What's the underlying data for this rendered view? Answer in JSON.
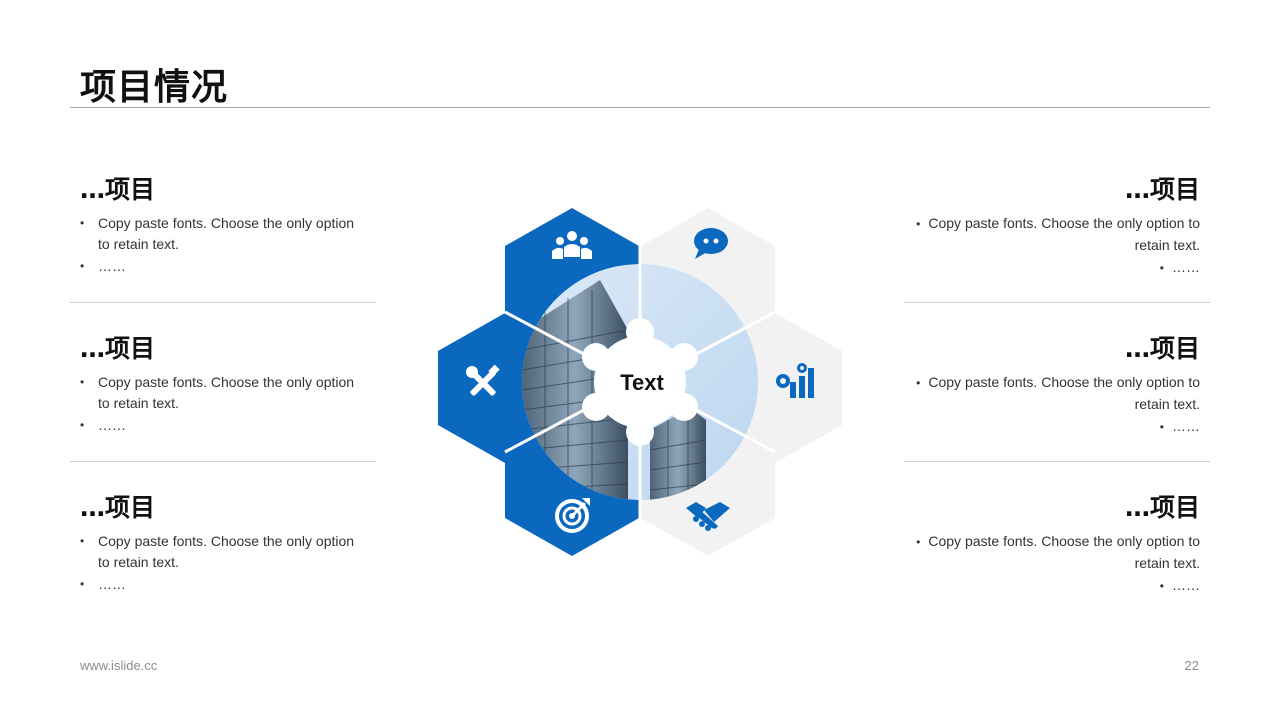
{
  "page": {
    "title": "项目情况",
    "footer_url": "www.islide.cc",
    "page_number": "22"
  },
  "colors": {
    "accent_blue": "#0B68BF",
    "light_grey": "#F2F2F2"
  },
  "left_blocks": [
    {
      "heading": "…项目",
      "bullets": [
        "Copy paste fonts. Choose the only option to retain text.",
        "……"
      ]
    },
    {
      "heading": "…项目",
      "bullets": [
        "Copy paste fonts. Choose the only option to retain text.",
        "……"
      ]
    },
    {
      "heading": "…项目",
      "bullets": [
        "Copy paste fonts. Choose the only option to retain text.",
        "……"
      ]
    }
  ],
  "right_blocks": [
    {
      "heading": "…项目",
      "bullets": [
        "Copy paste fonts. Choose the only option to retain text.",
        "……"
      ]
    },
    {
      "heading": "…项目",
      "bullets": [
        "Copy paste fonts. Choose the only option to retain text.",
        "……"
      ]
    },
    {
      "heading": "…项目",
      "bullets": [
        "Copy paste fonts. Choose the only option to retain text.",
        "……"
      ]
    }
  ],
  "diagram": {
    "center_label": "Text",
    "segments": [
      {
        "icon": "team-icon",
        "fill": "blue"
      },
      {
        "icon": "chat-bubble-icon",
        "fill": "grey"
      },
      {
        "icon": "tools-icon",
        "fill": "blue"
      },
      {
        "icon": "chart-gear-icon",
        "fill": "grey"
      },
      {
        "icon": "target-icon",
        "fill": "blue"
      },
      {
        "icon": "handshake-icon",
        "fill": "grey"
      }
    ]
  }
}
